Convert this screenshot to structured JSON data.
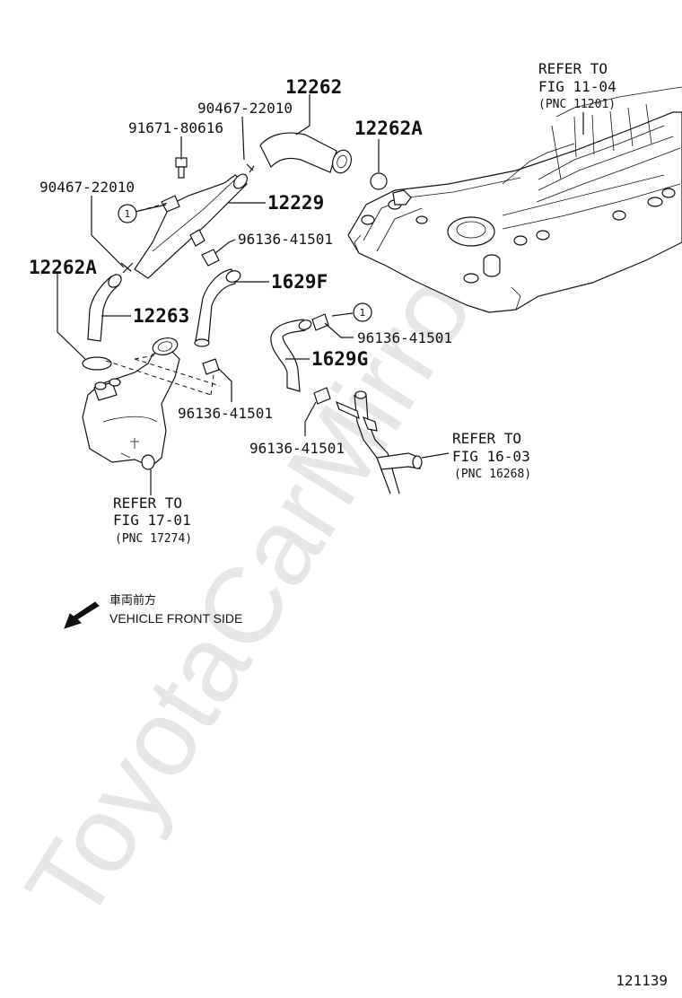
{
  "watermark": "ToyotaCarMirror",
  "figure_id": "121139",
  "callouts": {
    "p12262": "12262",
    "p90467_top": "90467-22010",
    "p91671": "91671-80616",
    "p12262A_right": "12262A",
    "p90467_left": "90467-22010",
    "p12229": "12229",
    "p96136_a": "96136-41501",
    "p12262A_left": "12262A",
    "p12263": "12263",
    "p1629F": "1629F",
    "p96136_b": "96136-41501",
    "p1629G": "1629G",
    "p96136_c": "96136-41501",
    "p96136_d": "96136-41501",
    "bubble_left": "1",
    "bubble_right": "1"
  },
  "refs": {
    "r1104": {
      "line1": "REFER TO",
      "line2": "FIG 11-04",
      "line3": "(PNC 11201)"
    },
    "r1603": {
      "line1": "REFER TO",
      "line2": "FIG 16-03",
      "line3": "(PNC 16268)"
    },
    "r1701": {
      "line1": "REFER TO",
      "line2": "FIG 17-01",
      "line3": "(PNC 17274)"
    }
  },
  "direction": {
    "jp": "車両前方",
    "en": "VEHICLE FRONT SIDE",
    "icon": "arrow-down-left-icon"
  }
}
